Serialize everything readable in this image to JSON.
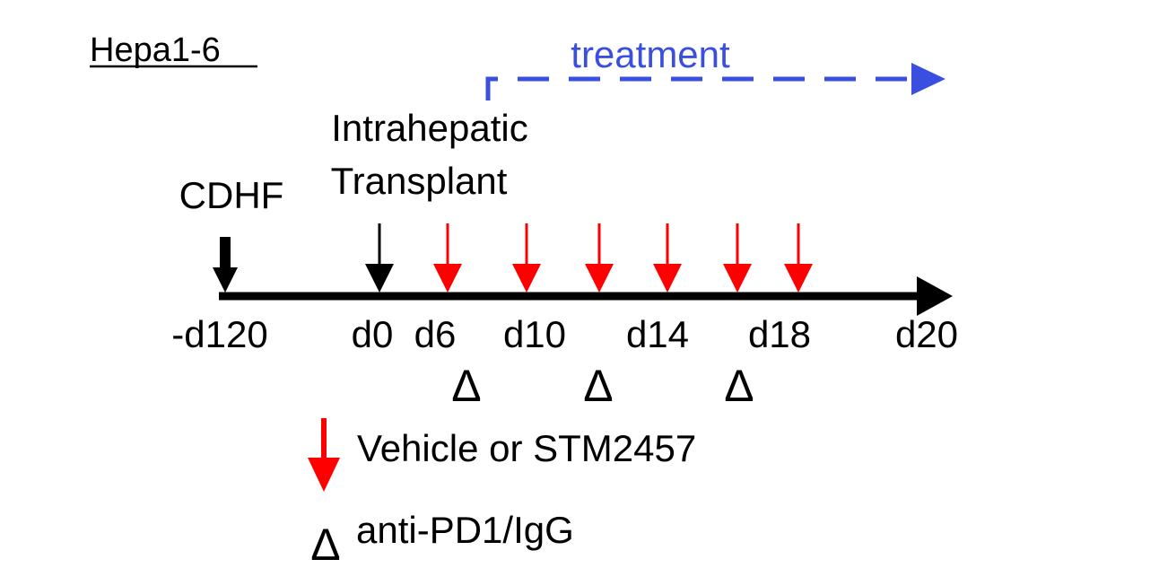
{
  "model_label": "Hepa1-6",
  "treatment_label": "treatment",
  "event_cdhf": "CDHF",
  "event_transplant_line1": "Intrahepatic",
  "event_transplant_line2": "Transplant",
  "timeline_ticks": [
    "-d120",
    "d0",
    "d6",
    "d10",
    "d14",
    "d18",
    "d20"
  ],
  "antibody_symbol": "Δ",
  "legend": {
    "drug_label": "Vehicle or STM2457",
    "antibody_symbol": "Δ",
    "antibody_label": "anti-PD1/IgG"
  },
  "colors": {
    "timeline": "#000000",
    "drug_arrow": "#ff0000",
    "treatment": "#3a4fe0",
    "text": "#000000"
  }
}
